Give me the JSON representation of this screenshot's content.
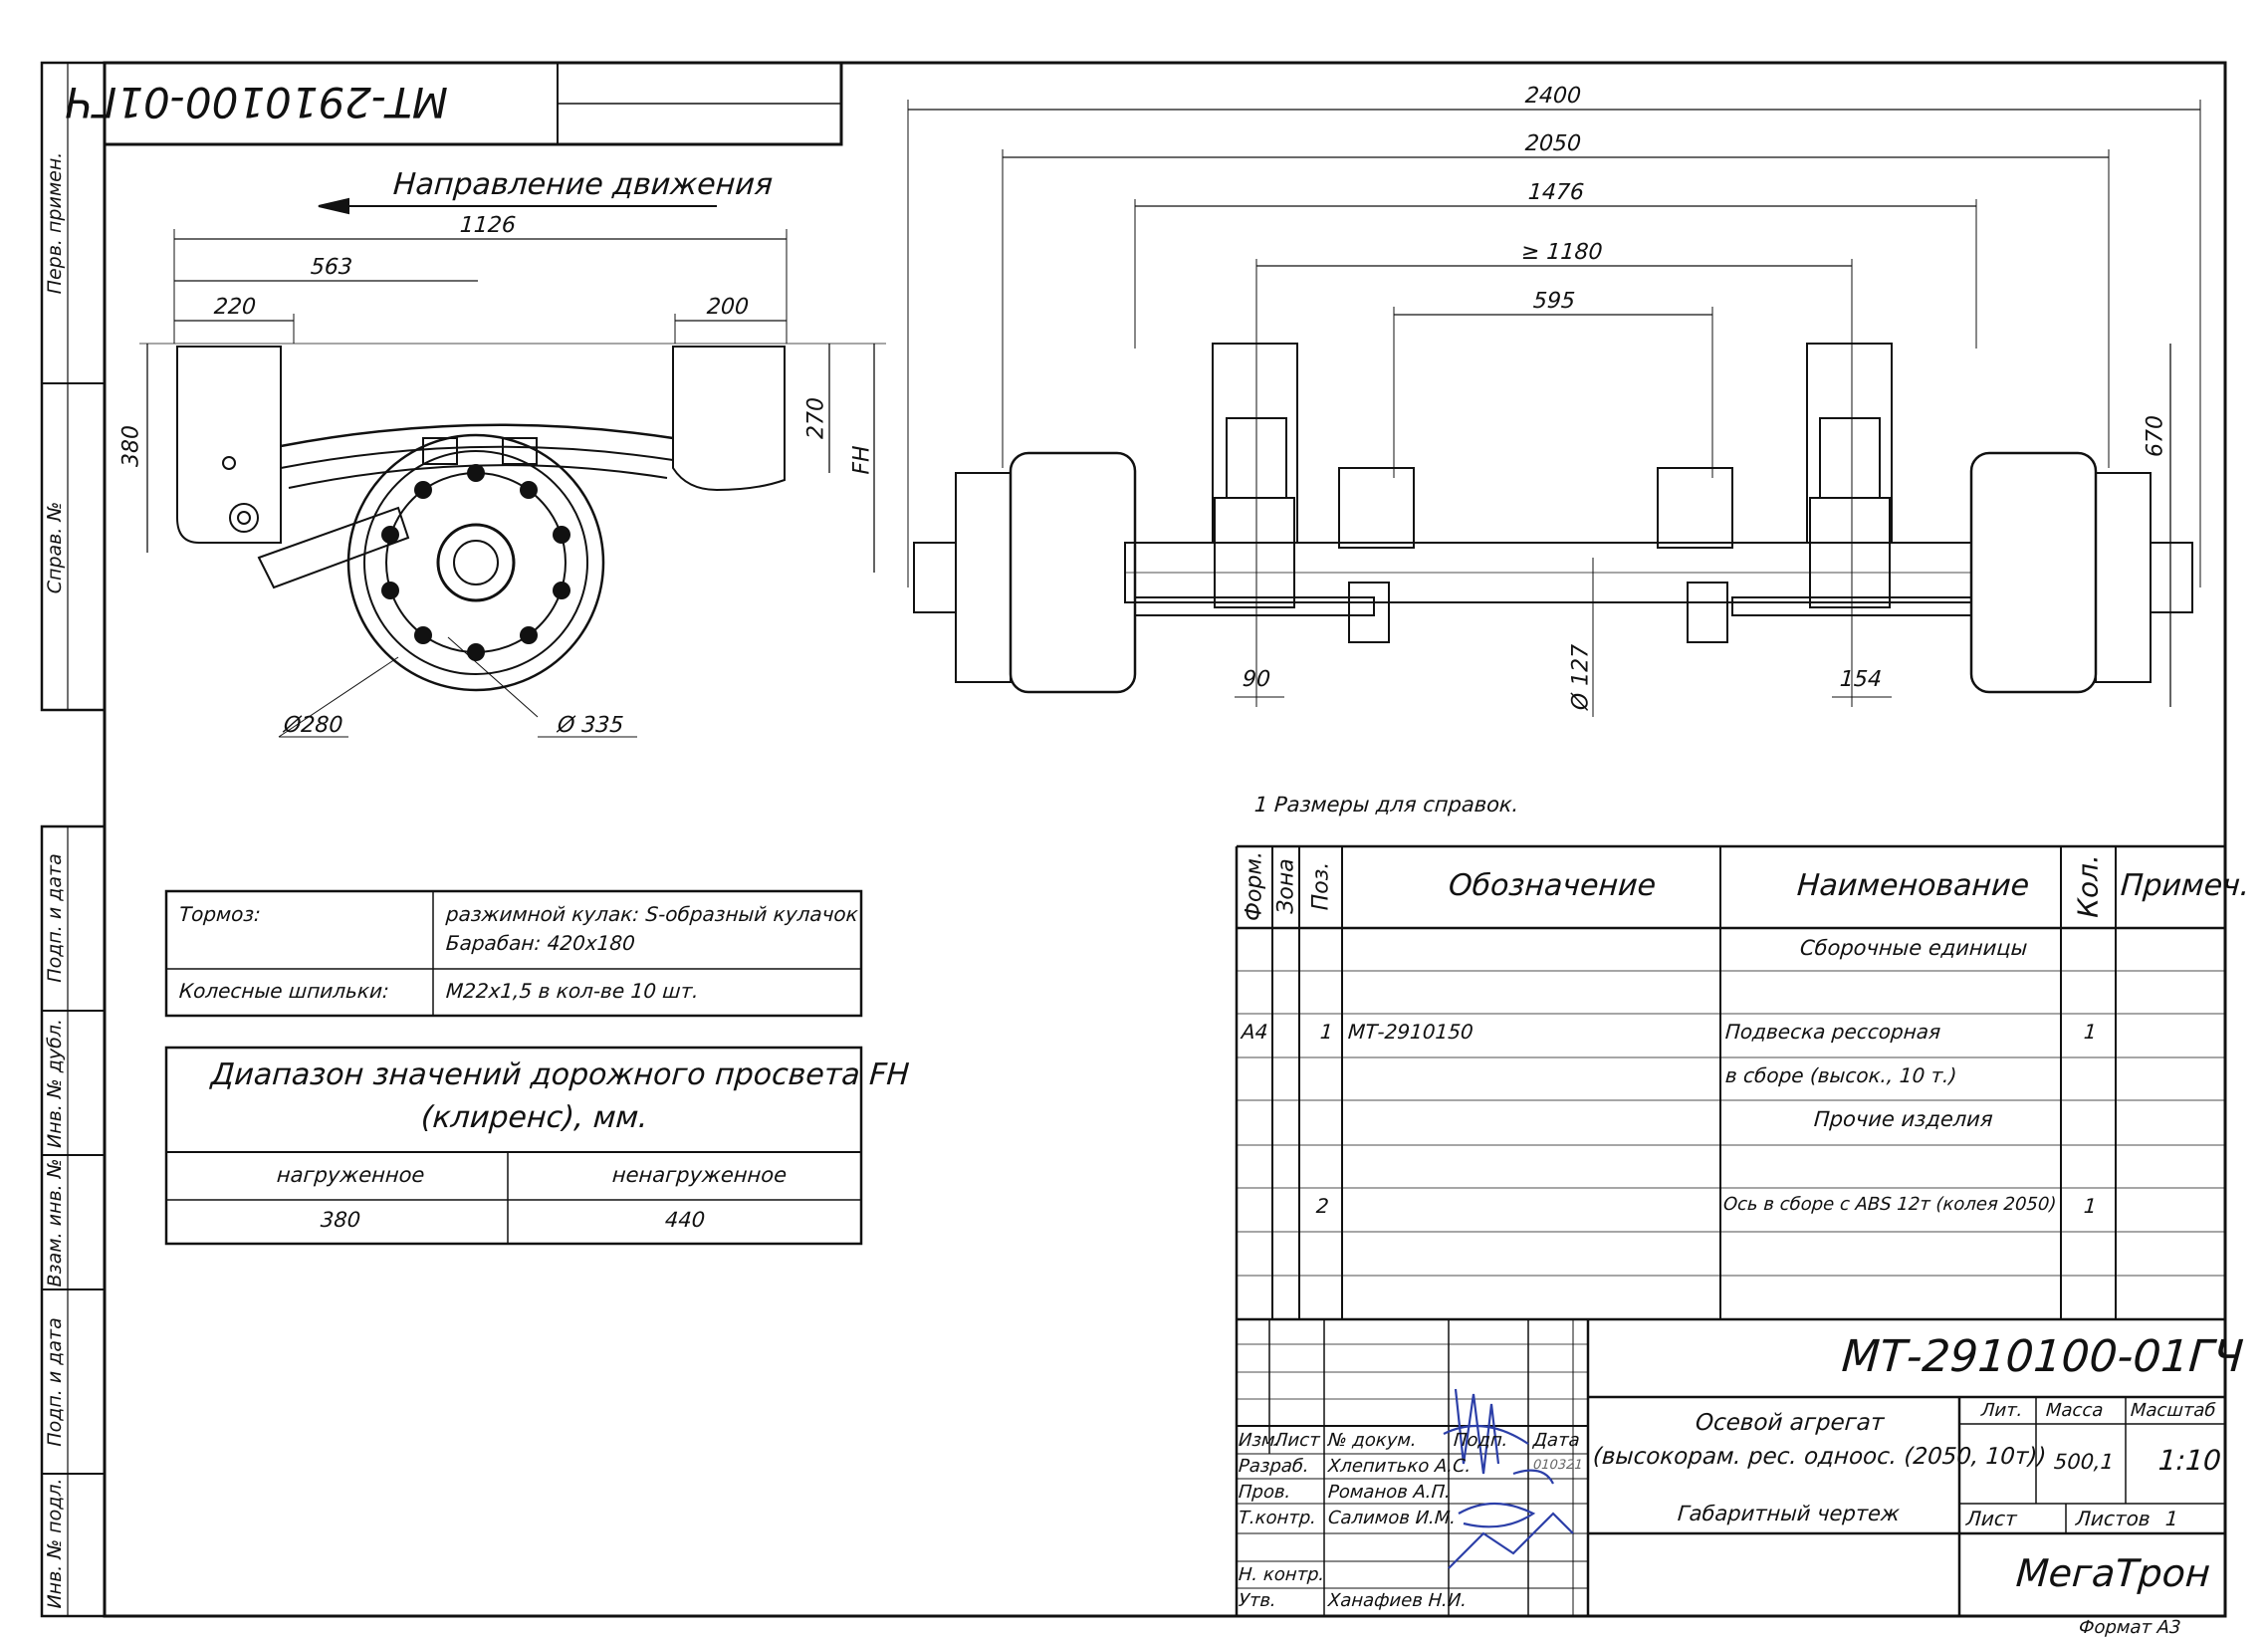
{
  "designation_rotated": "МТ-2910100-01ГЧ",
  "left_strip": {
    "perv_primen": "Перв. примен.",
    "sprav_no": "Справ. №",
    "podp_data_1": "Подп. и дата",
    "inv_dubl": "Инв. № дубл.",
    "vzam_inv": "Взам. инв. №",
    "podp_data_2": "Подп. и дата",
    "inv_podl": "Инв. № подл."
  },
  "side_view": {
    "direction": "Направление движения",
    "dims": {
      "d1126": "1126",
      "d563": "563",
      "d220": "220",
      "d200": "200",
      "d380": "380",
      "d270": "270",
      "fh": "FH",
      "d280": "Ø280",
      "d335": "Ø 335"
    }
  },
  "front_view": {
    "dims": {
      "d2400": "2400",
      "d2050": "2050",
      "d1476": "1476",
      "d1180": "≥ 1180",
      "d595": "595",
      "d670": "670",
      "d90": "90",
      "d154": "154",
      "d127": "Ø 127"
    }
  },
  "note": "1  Размеры для справок.",
  "brake_table": {
    "rows": [
      {
        "label": "Тормоз:",
        "value1": "разжимной кулак: S-образный кулачок",
        "value2": "Барабан: 420х180"
      },
      {
        "label": "Колесные шпильки:",
        "value1": "М22х1,5 в кол-ве 10 шт.",
        "value2": ""
      }
    ]
  },
  "clearance_table": {
    "title1": "Диапазон значений дорожного просвета FH",
    "title2": "(клиренс), мм.",
    "headers": [
      "нагруженное",
      "ненагруженное"
    ],
    "values": [
      "380",
      "440"
    ]
  },
  "spec": {
    "headers": {
      "form": "Форм.",
      "zone": "Зона",
      "pos": "Поз.",
      "designation": "Обозначение",
      "name": "Наименование",
      "qty": "Кол.",
      "note": "Примеч."
    },
    "section_assemblies": "Сборочные единицы",
    "section_other": "Прочие изделия",
    "rows": [
      {
        "form": "А4",
        "pos": "1",
        "designation": "МТ-2910150",
        "name": "Подвеска рессорная",
        "qty": "1"
      },
      {
        "form": "",
        "pos": "",
        "designation": "",
        "name": "в сборе (высок., 10 т.)",
        "qty": ""
      },
      {
        "form": "",
        "pos": "2",
        "designation": "",
        "name": "Ось в сборе с ABS 12т (колея 2050)",
        "qty": "1"
      }
    ]
  },
  "title_block": {
    "designation": "МТ-2910100-01ГЧ",
    "name1": "Осевой агрегат",
    "name2": "(высокорам. рес. одноос. (2050, 10т))",
    "name3": "Габаритный чертеж",
    "col_headers": {
      "izm": "Изм.",
      "list": "Лист",
      "doc": "№ докум.",
      "podp": "Подп.",
      "date": "Дата"
    },
    "roles": [
      {
        "role": "Разраб.",
        "person": "Хлепитько А.С.",
        "date": "010321"
      },
      {
        "role": "Пров.",
        "person": "Романов А.П.",
        "date": ""
      },
      {
        "role": "Т.контр.",
        "person": "Салимов И.М.",
        "date": ""
      },
      {
        "role": "",
        "person": "",
        "date": ""
      },
      {
        "role": "Н. контр.",
        "person": "",
        "date": ""
      },
      {
        "role": "Утв.",
        "person": "Ханафиев Н.И.",
        "date": ""
      }
    ],
    "lit_label": "Лит.",
    "mass_label": "Масса",
    "scale_label": "Масштаб",
    "mass": "500,1",
    "scale": "1:10",
    "sheet_label": "Лист",
    "sheets_label": "Листов",
    "sheets": "1",
    "company": "МегаТрон",
    "format": "Формат А3"
  }
}
